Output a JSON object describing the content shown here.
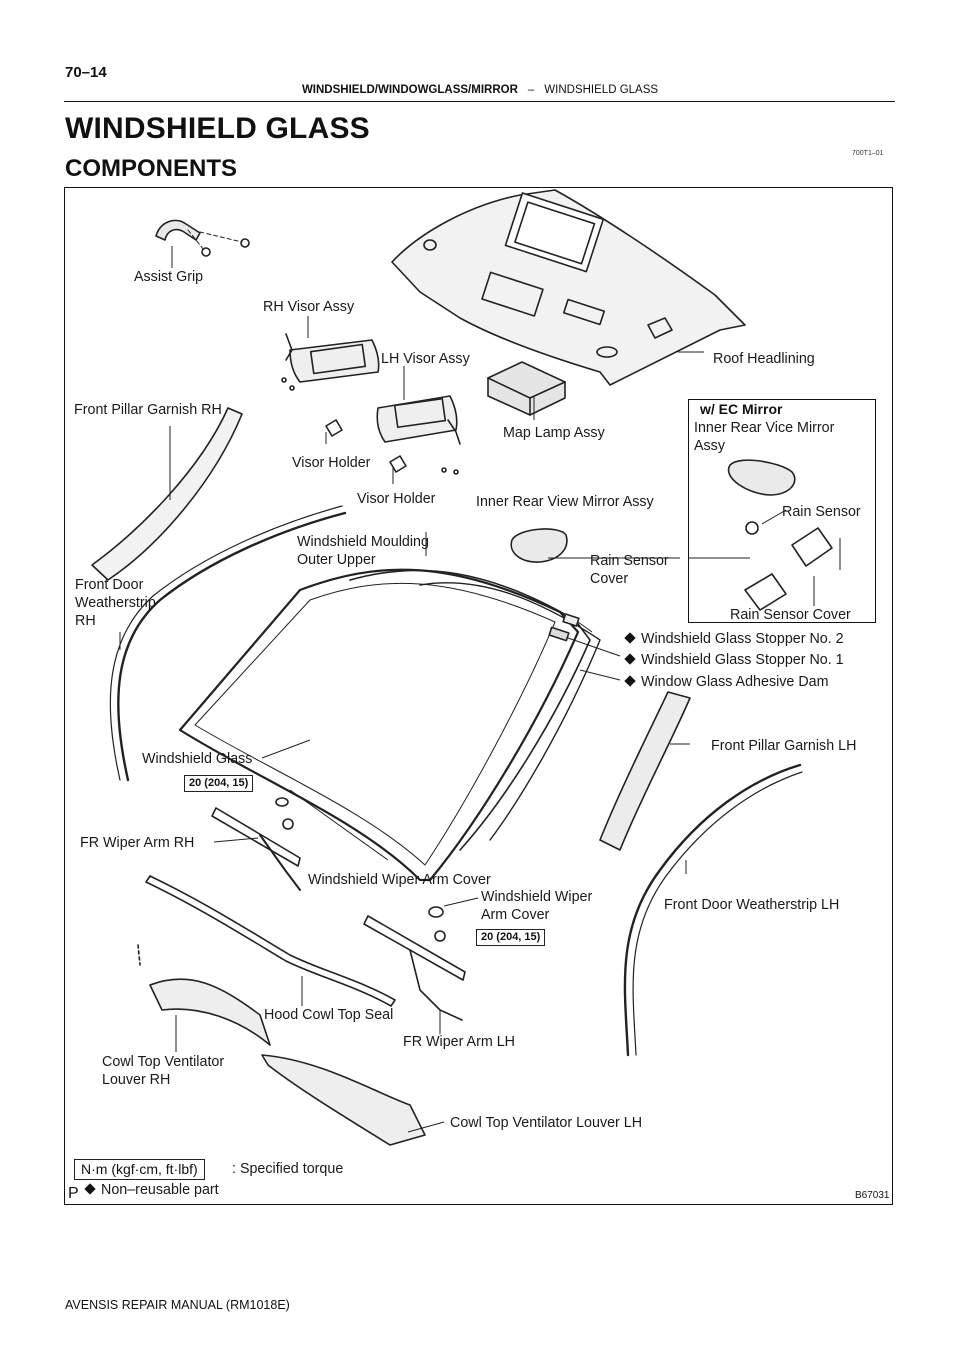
{
  "page": {
    "number": "70–14",
    "section": "WINDSHIELD/WINDOWGLASS/MIRROR",
    "separator": "–",
    "subsection": "WINDSHIELD GLASS",
    "title": "WINDSHIELD GLASS",
    "subtitle": "COMPONENTS",
    "figure_code": "700T1–01",
    "footer": "AVENSIS REPAIR MANUAL   (RM1018E)"
  },
  "figure": {
    "id": "B67031",
    "p_mark": "P",
    "labels": {
      "assist_grip": "Assist Grip",
      "rh_visor": "RH Visor Assy",
      "lh_visor": "LH Visor Assy",
      "roof_headlining": "Roof Headlining",
      "front_pillar_rh": "Front Pillar Garnish RH",
      "map_lamp": "Map Lamp Assy",
      "visor_holder_1": "Visor Holder",
      "visor_holder_2": "Visor Holder",
      "inner_mirror": "Inner Rear View Mirror Assy",
      "moulding": "Windshield Moulding\nOuter Upper",
      "rain_sensor_cover": "Rain Sensor\nCover",
      "front_door_ws_rh": "Front Door\nWeatherstrip\nRH",
      "stopper2": "Windshield Glass Stopper No. 2",
      "stopper1": "Windshield Glass Stopper No. 1",
      "dam": "Window Glass Adhesive Dam",
      "windshield_glass": "Windshield Glass",
      "front_pillar_lh": "Front Pillar Garnish LH",
      "fr_wiper_rh": "FR Wiper Arm RH",
      "wiper_cover_1": "Windshield Wiper Arm Cover",
      "wiper_cover_2": "Windshield Wiper\nArm Cover",
      "front_door_ws_lh": "Front Door Weatherstrip LH",
      "hood_seal": "Hood Cowl Top Seal",
      "fr_wiper_lh": "FR Wiper Arm LH",
      "cowl_rh": "Cowl Top Ventilator\nLouver RH",
      "cowl_lh": "Cowl Top Ventilator Louver LH"
    },
    "torque_1": "20 (204, 15)",
    "torque_2": "20 (204, 15)",
    "ec_mirror": {
      "title": "w/ EC Mirror",
      "inner_mirror": "Inner Rear Vice Mirror\nAssy",
      "rain_sensor": "Rain Sensor",
      "rain_sensor_cover": "Rain Sensor Cover"
    },
    "legend": {
      "torque_box": "N·m (kgf·cm, ft·lbf)",
      "torque_text": ": Specified torque",
      "nonreusable": "Non–reusable part"
    }
  }
}
